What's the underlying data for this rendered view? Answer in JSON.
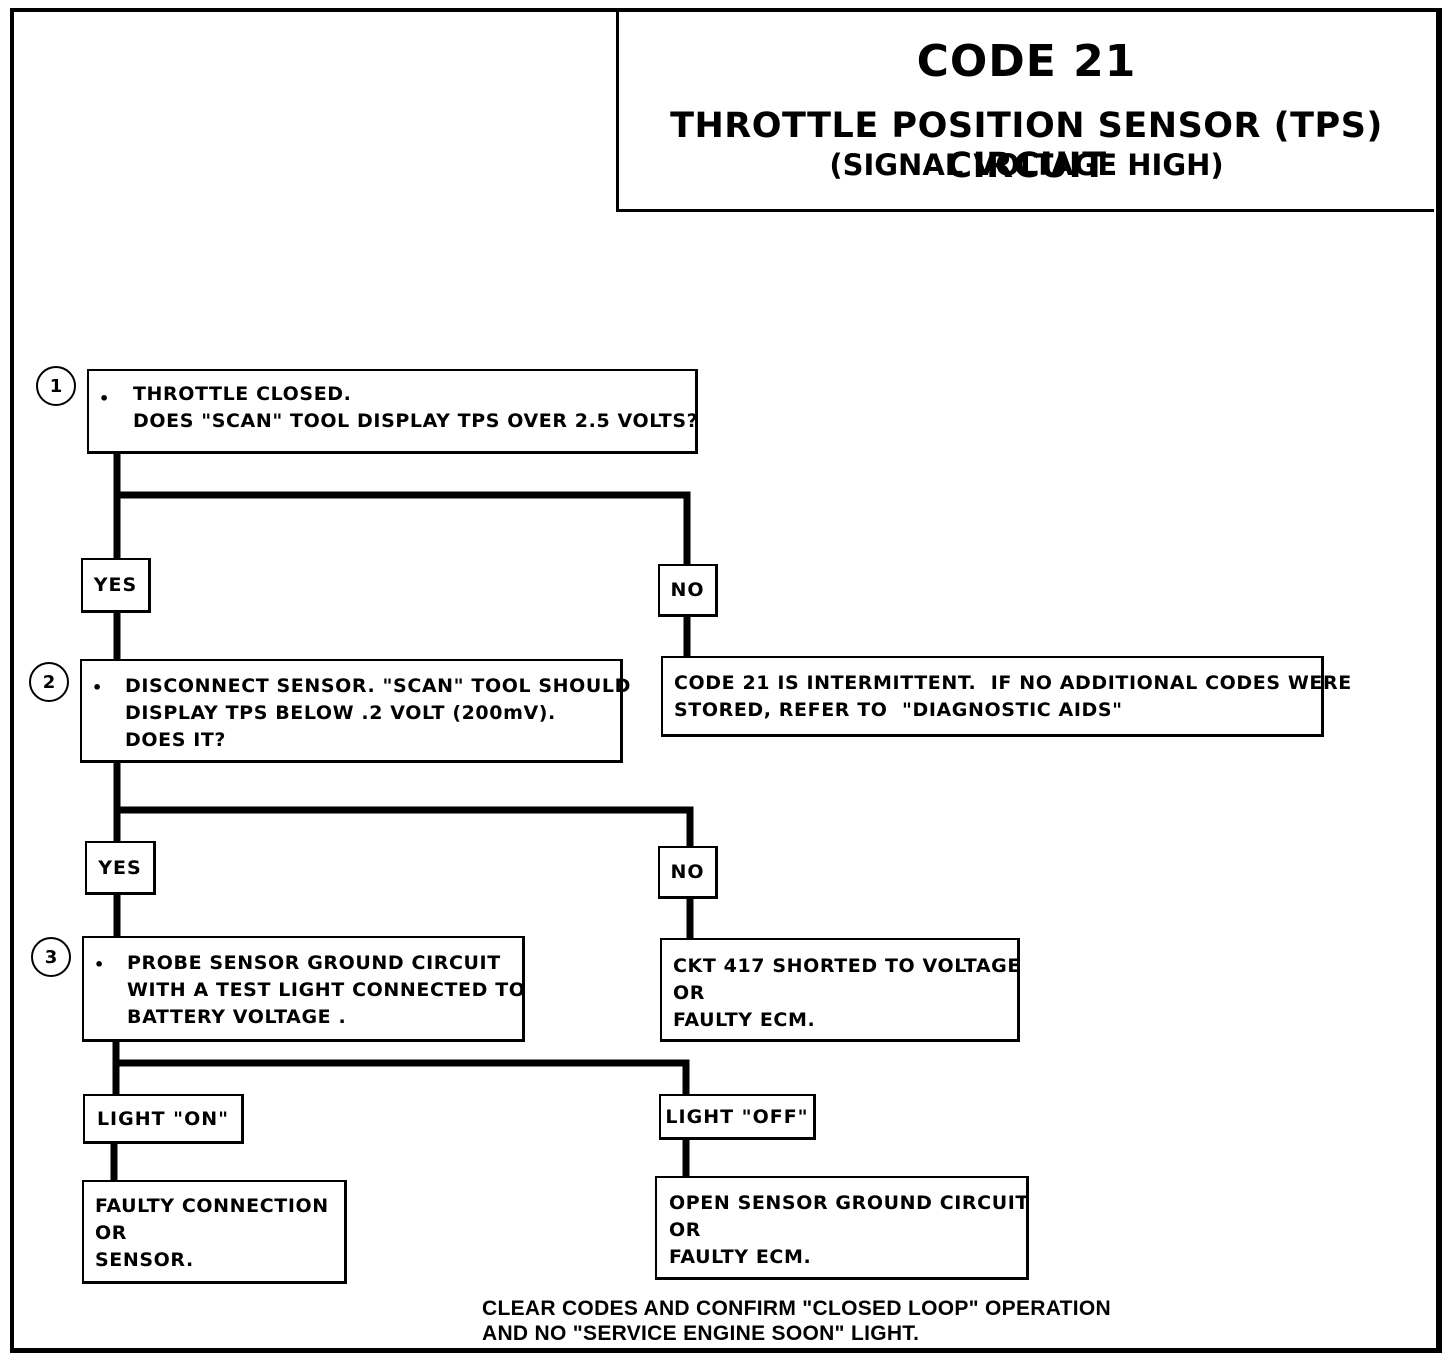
{
  "title": {
    "code": "CODE 21",
    "subtitle": "THROTTLE POSITION SENSOR (TPS) CIRCUIT",
    "subtitle2": "(SIGNAL VOLTAGE HIGH)"
  },
  "steps": [
    {
      "number": "1",
      "bullet": "•",
      "lines": [
        "THROTTLE CLOSED.",
        "DOES \"SCAN\" TOOL DISPLAY TPS OVER 2.5 VOLTS?"
      ]
    },
    {
      "number": "2",
      "bullet": "•",
      "lines": [
        "DISCONNECT SENSOR. \"SCAN\" TOOL SHOULD",
        "DISPLAY TPS BELOW .2 VOLT (200mV).",
        "DOES IT?"
      ]
    },
    {
      "number": "3",
      "bullet": "•",
      "lines": [
        "PROBE SENSOR GROUND CIRCUIT",
        "WITH A TEST LIGHT CONNECTED TO",
        "BATTERY VOLTAGE ."
      ]
    }
  ],
  "branches": {
    "yes1": "YES",
    "no1": "NO",
    "yes2": "YES",
    "no2": "NO",
    "light_on": "LIGHT \"ON\"",
    "light_off": "LIGHT \"OFF\""
  },
  "results": {
    "no1": [
      "CODE 21 IS INTERMITTENT.  IF NO ADDITIONAL CODES WERE",
      "STORED, REFER TO  \"DIAGNOSTIC AIDS\""
    ],
    "no2": [
      "CKT 417 SHORTED TO VOLTAGE",
      "OR",
      "FAULTY ECM."
    ],
    "light_on": [
      "FAULTY CONNECTION",
      "OR",
      "SENSOR."
    ],
    "light_off": [
      "OPEN SENSOR GROUND CIRCUIT",
      "OR",
      "FAULTY ECM."
    ]
  },
  "footer": {
    "line1": "CLEAR CODES AND CONFIRM \"CLOSED LOOP\" OPERATION",
    "line2": "AND NO \"SERVICE ENGINE SOON\" LIGHT."
  }
}
